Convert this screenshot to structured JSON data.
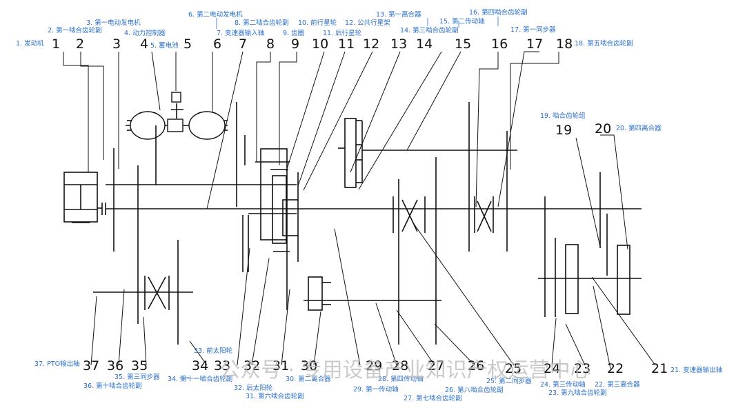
{
  "colors": {
    "line": "#111111",
    "annotation": "#2a6fc9",
    "watermark": "#b9b9b9",
    "background": "#ffffff"
  },
  "parts": [
    {
      "num": "1",
      "label": "1. 发动机"
    },
    {
      "num": "2",
      "label": "2. 第一啮合齿轮副"
    },
    {
      "num": "3",
      "label": "3. 第一电动发电机"
    },
    {
      "num": "4",
      "label": "4. 动力控制器"
    },
    {
      "num": "5",
      "label": "5. 蓄电池"
    },
    {
      "num": "6",
      "label": "6. 第二电动发电机"
    },
    {
      "num": "7",
      "label": "7. 变速器输入轴"
    },
    {
      "num": "8",
      "label": "8. 第二啮合齿轮副"
    },
    {
      "num": "9",
      "label": "9. 齿圈"
    },
    {
      "num": "10",
      "label": "10. 前行星轮"
    },
    {
      "num": "11",
      "label": "11. 后行星轮"
    },
    {
      "num": "12",
      "label": "12. 公共行星架"
    },
    {
      "num": "13",
      "label": "13. 第一离合器"
    },
    {
      "num": "14",
      "label": "14. 第三啮合齿轮副"
    },
    {
      "num": "15",
      "label": "15. 第二传动轴"
    },
    {
      "num": "16",
      "label": "16. 第四啮合齿轮副"
    },
    {
      "num": "17",
      "label": "17. 第一同步器"
    },
    {
      "num": "18",
      "label": "18. 第五啮合齿轮副"
    },
    {
      "num": "19",
      "label": "19. 啮合齿轮组"
    },
    {
      "num": "20",
      "label": "20. 第四离合器"
    },
    {
      "num": "21",
      "label": "21. 变速器输出轴"
    },
    {
      "num": "22",
      "label": "22. 第三离合器"
    },
    {
      "num": "23",
      "label": "23. 第九啮合齿轮副"
    },
    {
      "num": "24",
      "label": "24. 第三传动轴"
    },
    {
      "num": "25",
      "label": "25. 第二同步器"
    },
    {
      "num": "26",
      "label": "26. 第八啮合齿轮副"
    },
    {
      "num": "27",
      "label": "27. 第七啮合齿轮副"
    },
    {
      "num": "28",
      "label": "28. 第四传动轴"
    },
    {
      "num": "29",
      "label": "29. 第一传动轴"
    },
    {
      "num": "30",
      "label": "30. 第二离合器"
    },
    {
      "num": "31",
      "label": "31. 第六啮合齿轮副"
    },
    {
      "num": "32",
      "label": "32. 后太阳轮"
    },
    {
      "num": "33",
      "label": "33. 前太阳轮"
    },
    {
      "num": "34",
      "label": "34. 第十一啮合齿轮副"
    },
    {
      "num": "35",
      "label": "35. 第三同步器"
    },
    {
      "num": "36",
      "label": "36. 第十啮合齿轮副"
    },
    {
      "num": "37",
      "label": "37. PTO输出轴"
    }
  ],
  "watermark": "公众号 · 专用设备产业知识产权运营中心"
}
